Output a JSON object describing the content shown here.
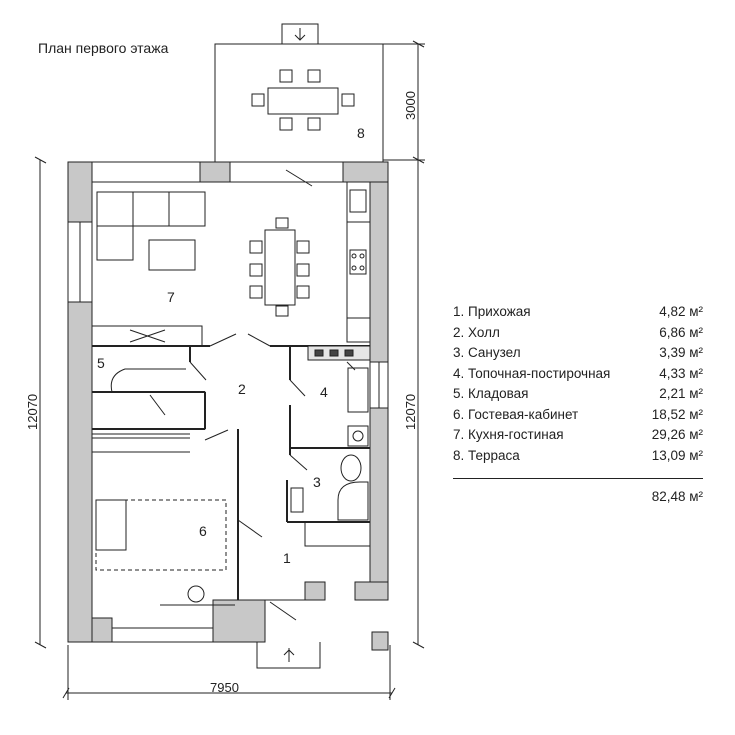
{
  "title": "План первого этажа",
  "rooms": [
    {
      "num": "1",
      "name": "Прихожая",
      "area": "4,82 м²"
    },
    {
      "num": "2",
      "name": "Холл",
      "area": "6,86 м²"
    },
    {
      "num": "3",
      "name": "Санузел",
      "area": "3,39 м²"
    },
    {
      "num": "4",
      "name": "Топочная-постирочная",
      "area": "4,33 м²"
    },
    {
      "num": "5",
      "name": "Кладовая",
      "area": "2,21 м²"
    },
    {
      "num": "6",
      "name": "Гостевая-кабинет",
      "area": "18,52 м²"
    },
    {
      "num": "7",
      "name": "Кухня-гостиная",
      "area": "29,26 м²"
    },
    {
      "num": "8",
      "name": "Терраса",
      "area": "13,09 м²"
    }
  ],
  "legend": [
    {
      "label": "1. Прихожая",
      "area": "4,82 м²"
    },
    {
      "label": "2. Холл",
      "area": "6,86 м²"
    },
    {
      "label": "3. Санузел",
      "area": "3,39 м²"
    },
    {
      "label": "4. Топочная-постирочная",
      "area": "4,33 м²"
    },
    {
      "label": "5. Кладовая",
      "area": "2,21 м²"
    },
    {
      "label": "6. Гостевая-кабинет",
      "area": "18,52 м²"
    },
    {
      "label": "7. Кухня-гостиная",
      "area": "29,26 м²"
    },
    {
      "label": "8. Терраса",
      "area": "13,09 м²"
    }
  ],
  "total": "82,48 м²",
  "dimensions": {
    "width": "7950",
    "height_left": "12070",
    "height_right": "12070",
    "terrace_depth": "3000"
  },
  "colors": {
    "wall": "#c8c8c8",
    "line": "#222222"
  }
}
